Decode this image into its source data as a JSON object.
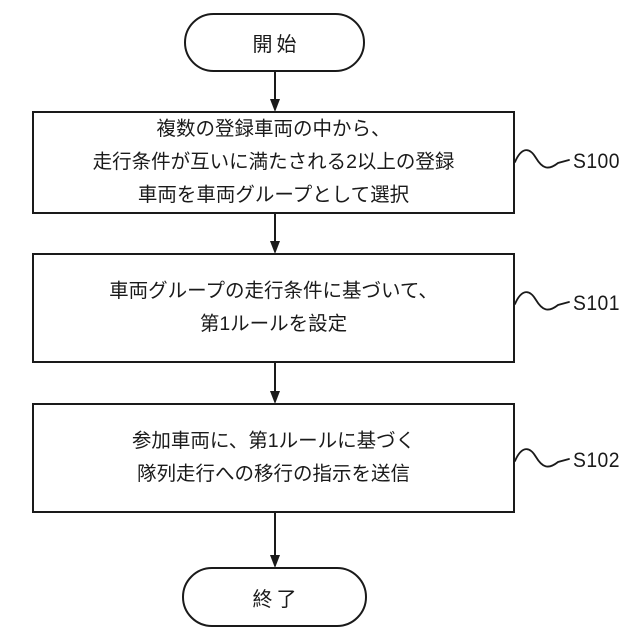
{
  "figure": {
    "background_color": "#ffffff",
    "line_color": "#1a1a1a",
    "start_label": "開始",
    "end_label": "終了",
    "steps": [
      {
        "ref": "S100",
        "lines": [
          "複数の登録車両の中から、",
          "走行条件が互いに満たされる2以上の登録",
          "車両を車両グループとして選択"
        ]
      },
      {
        "ref": "S101",
        "lines": [
          "車両グループの走行条件に基づいて、",
          "第1ルールを設定"
        ]
      },
      {
        "ref": "S102",
        "lines": [
          "参加車両に、第1ルールに基づく",
          "隊列走行への移行の指示を送信"
        ]
      }
    ]
  }
}
